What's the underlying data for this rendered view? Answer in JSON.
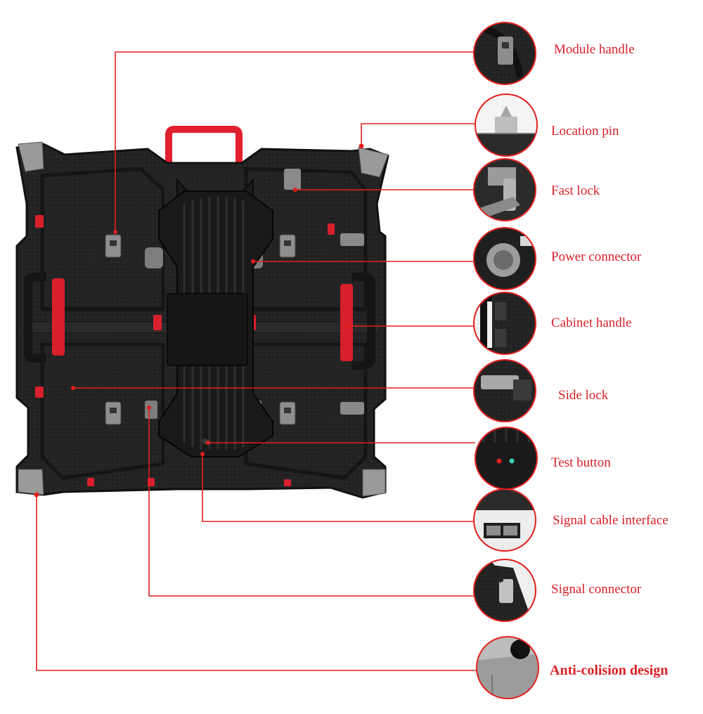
{
  "diagram": {
    "accent_color": "#e2201f",
    "callouts": [
      {
        "id": "module-handle",
        "label": "Module handle",
        "icon": "module-handle-icon"
      },
      {
        "id": "location-pin",
        "label": "Location pin",
        "icon": "location-pin-icon"
      },
      {
        "id": "fast-lock",
        "label": "Fast lock",
        "icon": "fast-lock-icon"
      },
      {
        "id": "power-connector",
        "label": "Power connector",
        "icon": "power-connector-icon"
      },
      {
        "id": "cabinet-handle",
        "label": "Cabinet handle",
        "icon": "cabinet-handle-icon"
      },
      {
        "id": "side-lock",
        "label": "Side lock",
        "icon": "side-lock-icon"
      },
      {
        "id": "test-button",
        "label": "Test button",
        "icon": "test-button-icon"
      },
      {
        "id": "signal-cable-interface",
        "label": "Signal cable interface",
        "icon": "signal-cable-interface-icon"
      },
      {
        "id": "signal-connector",
        "label": "Signal connector",
        "icon": "signal-connector-icon"
      },
      {
        "id": "anti-collision-design",
        "label": "Anti-colision design",
        "icon": "anti-collision-icon",
        "emphasis": true
      }
    ]
  }
}
